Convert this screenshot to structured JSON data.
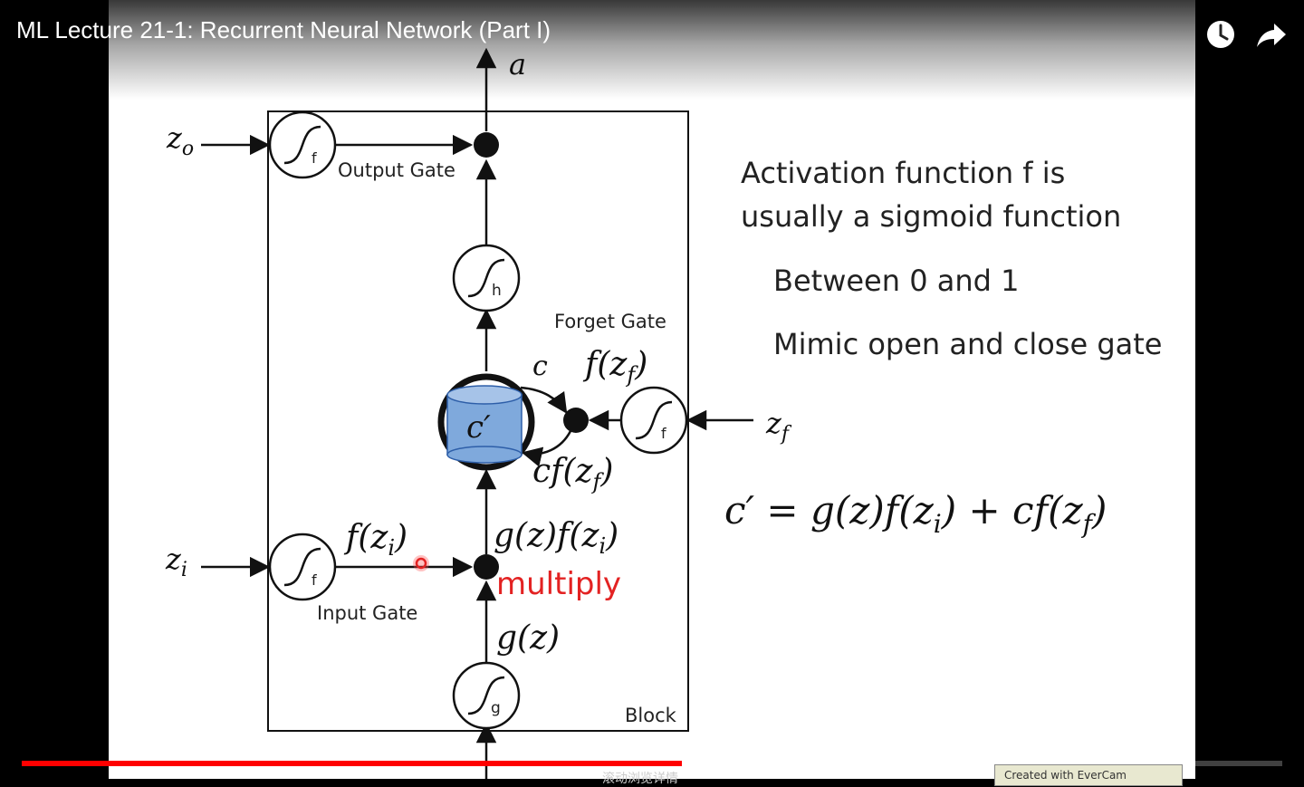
{
  "player": {
    "title": "ML Lecture 21-1: Recurrent Neural Network (Part I)",
    "progress_played": 0.524,
    "progress_buffered": 0.568
  },
  "diagram": {
    "output_label": "a",
    "z_o": "z",
    "z_o_sub": "o",
    "z_i": "z",
    "z_i_sub": "i",
    "z_f": "z",
    "z_f_sub": "f",
    "z_in": "z",
    "output_gate": "Output Gate",
    "input_gate": "Input Gate",
    "forget_gate": "Forget Gate",
    "block": "Block",
    "gate_f": "f",
    "act_h": "h",
    "act_g": "g",
    "cell_c_prime": "c′",
    "c_label": "c",
    "f_zf": "f(z",
    "f_zf_sub": "f",
    "f_zf_close": ")",
    "cf_zf": "cf(z",
    "cf_zf_sub": "f",
    "cf_zf_close": ")",
    "f_zi": "f(z",
    "f_zi_sub": "i",
    "f_zi_close": ")",
    "gz_fzi": "g(z)f(z",
    "gz_fzi_sub": "i",
    "gz_fzi_close": ")",
    "multiply": "multiply",
    "gz": "g(z)"
  },
  "notes": {
    "line1": "Activation function f is",
    "line2": "usually a sigmoid function",
    "line3": "Between 0 and 1",
    "line4": "Mimic open and close gate",
    "formula_main": "c′ = g(z)f(z",
    "formula_sub1": "i",
    "formula_mid": ") + cf(z",
    "formula_sub2": "f",
    "formula_end": ")"
  },
  "colors": {
    "cell_fill": "#7fa9dc",
    "multiply_text": "#e32222",
    "progress_red": "#ff0000"
  },
  "watermark": "Created with EverCam",
  "subtitle_cut": "滚动浏览详情"
}
